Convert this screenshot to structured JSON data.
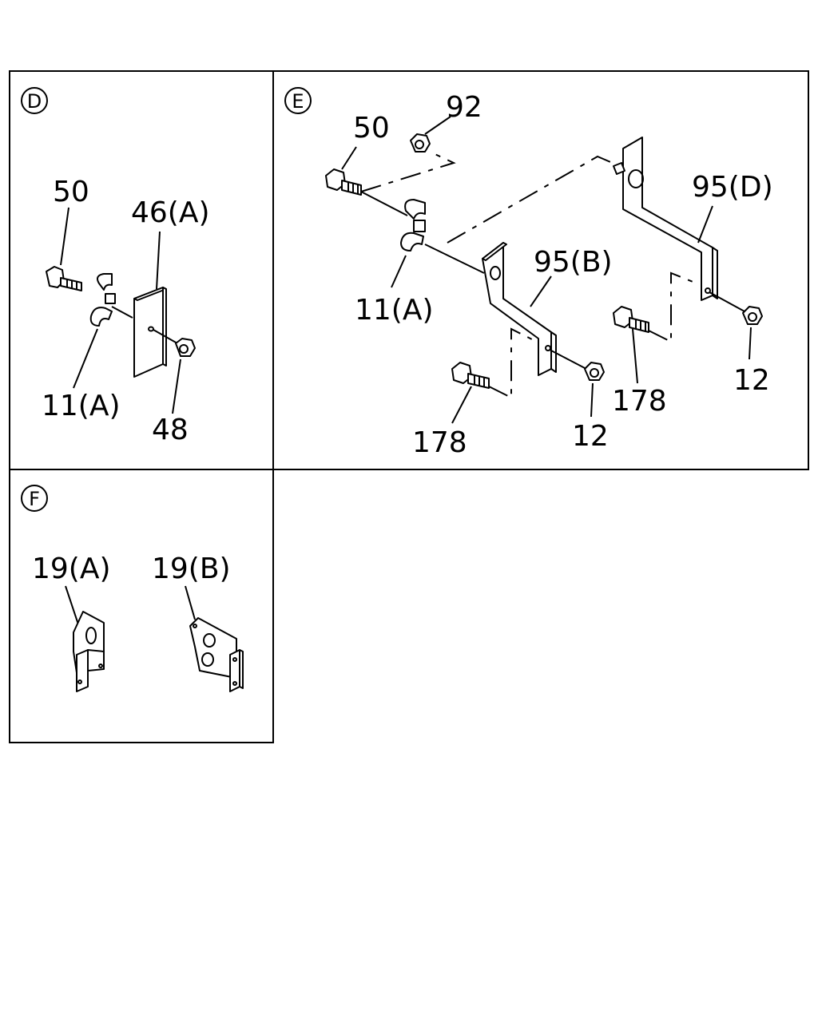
{
  "panels": {
    "D": {
      "id": "D",
      "labels": {
        "bolt": "50",
        "plate": "46(A)",
        "clamp": "11(A)",
        "nut": "48"
      }
    },
    "E": {
      "id": "E",
      "labels": {
        "bolt": "50",
        "nut_top": "92",
        "clamp": "11(A)",
        "bracket_b": "95(B)",
        "bracket_d": "95(D)",
        "bolt_b": "178",
        "bolt_d": "178",
        "nut_b": "12",
        "nut_d": "12"
      }
    },
    "F": {
      "id": "F",
      "labels": {
        "bracket_a": "19(A)",
        "bracket_b": "19(B)"
      }
    }
  }
}
